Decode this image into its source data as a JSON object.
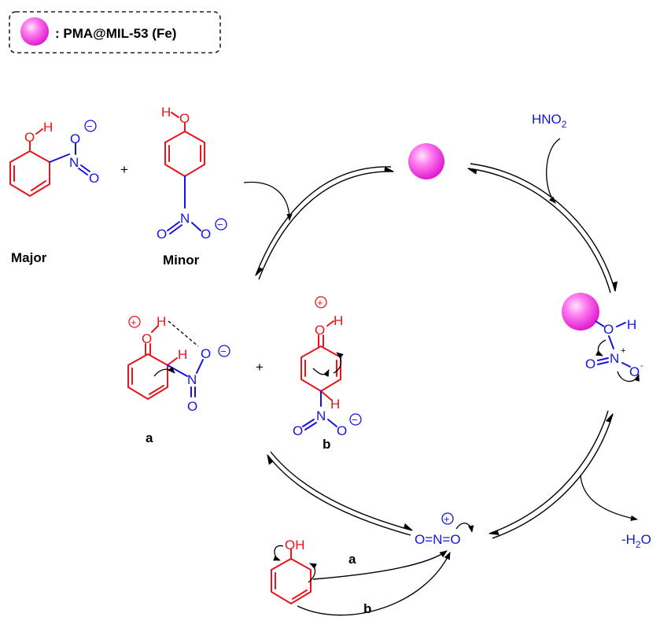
{
  "legend": {
    "label": ": PMA@MIL-53 (Fe)",
    "sphere_color": "#ff3ee9"
  },
  "reagents": {
    "hno2": "HNO",
    "hno2_sub": "2",
    "water": "-H",
    "water_sub": "2",
    "water_tail": "O"
  },
  "product_labels": {
    "major": "Major",
    "minor": "Minor",
    "plus": "+"
  },
  "atoms": {
    "O": "O",
    "H": "H",
    "N": "N",
    "OH": "OH",
    "plus_charge": "+",
    "minus_charge": "−",
    "minus_small": "-",
    "nitronium": "O=N=O"
  },
  "intermediate_labels": {
    "a": "a",
    "b": "b"
  },
  "pathway_labels": {
    "a": "a",
    "b": "b"
  },
  "colors": {
    "oxygen_ring": "#e8141c",
    "nitrogen": "#1414e0",
    "catalyst": "#ff3ee9"
  }
}
